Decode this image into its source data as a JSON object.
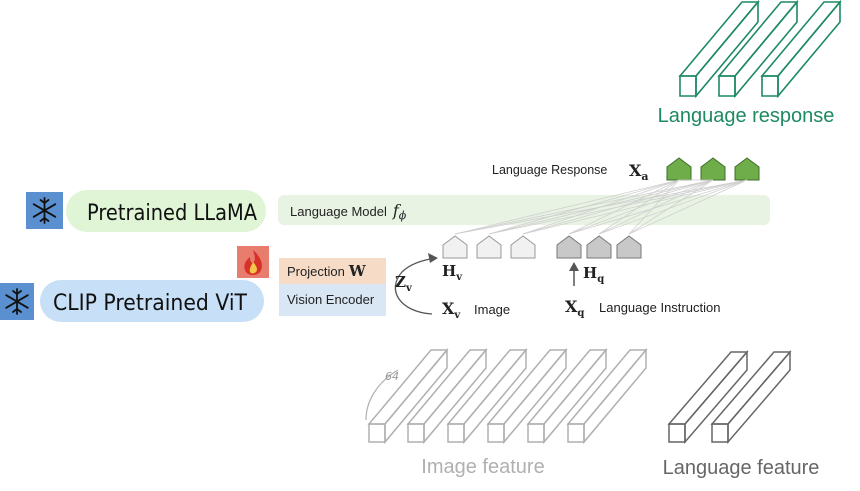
{
  "colors": {
    "llama_bg": "#dff5d6",
    "clip_bg": "#c7e0f7",
    "snow_bg": "#5a8fd0",
    "fire_bg": "#e87d6d",
    "lm_bar": "#e8f3e3",
    "proj_bar": "#f6dcc7",
    "enc_bar": "#d9e6f4",
    "green": "#1d8a62",
    "token_green": "#6fad4a",
    "token_gray": "#c8c8c8",
    "token_light": "#eeeeee",
    "feature_gray": "#b0b0b0",
    "feature_dark": "#666666"
  },
  "icons": {
    "snowflake_llama": "snowflake-icon",
    "snowflake_clip": "snowflake-icon",
    "fire": "fire-icon"
  },
  "labels": {
    "pretrained_llama": "Pretrained LLaMA",
    "clip_vit": "CLIP Pretrained ViT",
    "language_model": "Language Model",
    "language_model_sym": "f",
    "language_model_sub": "ϕ",
    "projection": "Projection",
    "projection_sym": "W",
    "vision_encoder": "Vision Encoder",
    "zv": "Z",
    "zv_sub": "v",
    "hv": "H",
    "hv_sub": "v",
    "hq": "H",
    "hq_sub": "q",
    "xv": "X",
    "xv_sub": "v",
    "image": "Image",
    "xq": "X",
    "xq_sub": "q",
    "language_instruction": "Language Instruction",
    "language_response_small": "Language Response",
    "xa": "X",
    "xa_sub": "a",
    "language_response_big": "Language response",
    "image_feature": "Image feature",
    "language_feature": "Language feature",
    "dim_64": "64"
  }
}
